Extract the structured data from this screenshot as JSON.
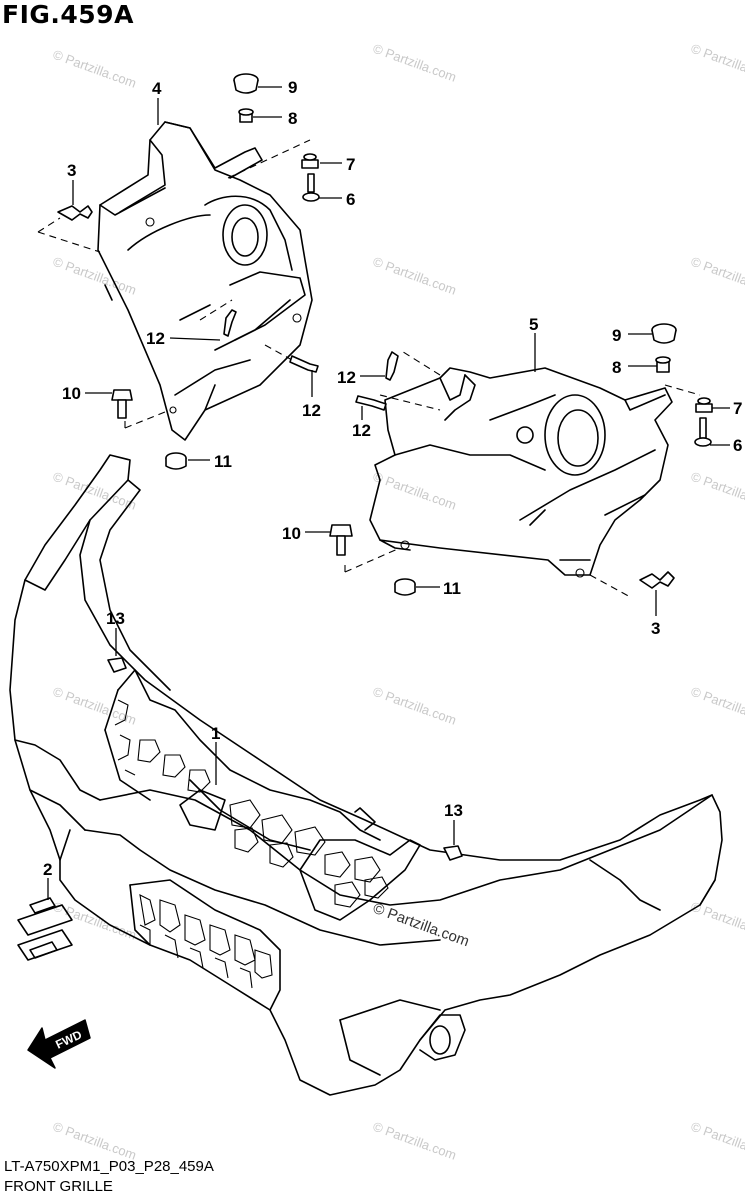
{
  "figure_title": "FIG.459A",
  "footer": {
    "code": "LT-A750XPM1_P03_P28_459A",
    "name": "FRONT GRILLE"
  },
  "watermark": "© Partzilla.com",
  "direction_label": "FWD",
  "callouts": {
    "c1": "1",
    "c2": "2",
    "c3a": "3",
    "c3b": "3",
    "c4": "4",
    "c5": "5",
    "c6a": "6",
    "c6b": "6",
    "c7a": "7",
    "c7b": "7",
    "c8a": "8",
    "c8b": "8",
    "c9a": "9",
    "c9b": "9",
    "c10a": "10",
    "c10b": "10",
    "c11a": "11",
    "c11b": "11",
    "c12a": "12",
    "c12b": "12",
    "c12c": "12",
    "c12d": "12",
    "c13a": "13",
    "c13b": "13"
  }
}
